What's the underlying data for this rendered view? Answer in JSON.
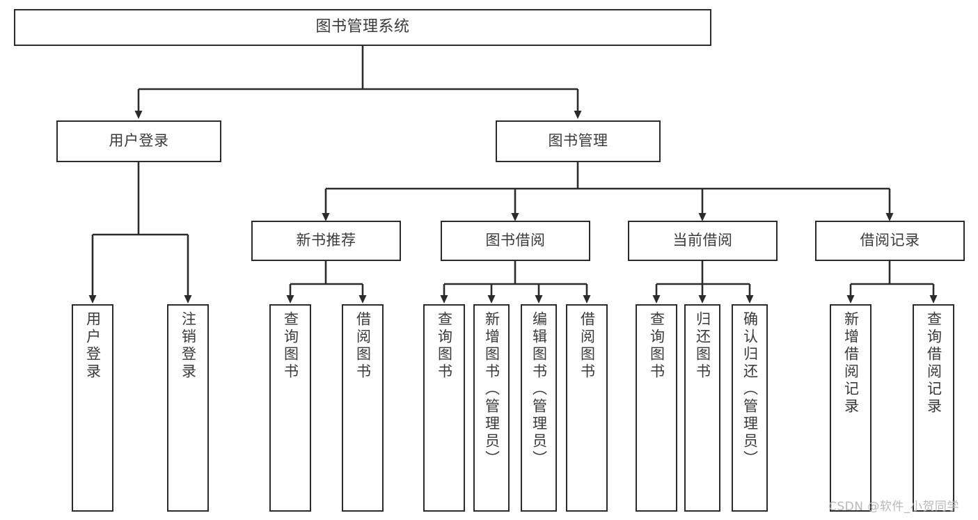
{
  "diagram": {
    "title": "图书管理系统",
    "type": "tree-hierarchy-functional-structure",
    "background_color": "#ffffff",
    "line_color": "#2b2b2b",
    "box_border_color": "#2b2b2b",
    "box_fill_color": "#ffffff",
    "text_color": "#3a3a3a"
  },
  "nodes": {
    "root": {
      "label": "图书管理系统",
      "level": 0
    },
    "level1": [
      {
        "id": "user-login",
        "label": "用户登录"
      },
      {
        "id": "book-manage",
        "label": "图书管理"
      }
    ],
    "level2": [
      {
        "id": "new-book-recommend",
        "label": "新书推荐",
        "parent": "book-manage"
      },
      {
        "id": "book-borrow",
        "label": "图书借阅",
        "parent": "book-manage"
      },
      {
        "id": "current-borrow",
        "label": "当前借阅",
        "parent": "book-manage"
      },
      {
        "id": "borrow-record",
        "label": "借阅记录",
        "parent": "book-manage"
      }
    ],
    "leaves": [
      {
        "id": "leaf-user-login",
        "label": "用户登录",
        "parent": "user-login"
      },
      {
        "id": "leaf-logout-login",
        "label": "注销登录",
        "parent": "user-login"
      },
      {
        "id": "leaf-query-book-1",
        "label": "查询图书",
        "parent": "new-book-recommend"
      },
      {
        "id": "leaf-borrow-book-1",
        "label": "借阅图书",
        "parent": "new-book-recommend"
      },
      {
        "id": "leaf-query-book-2",
        "label": "查询图书",
        "parent": "book-borrow"
      },
      {
        "id": "leaf-add-book",
        "label": "新增图书（管理员）",
        "parent": "book-borrow"
      },
      {
        "id": "leaf-edit-book",
        "label": "编辑图书（管理员）",
        "parent": "book-borrow"
      },
      {
        "id": "leaf-borrow-book-2",
        "label": "借阅图书",
        "parent": "book-borrow"
      },
      {
        "id": "leaf-query-book-3",
        "label": "查询图书",
        "parent": "current-borrow"
      },
      {
        "id": "leaf-return-book",
        "label": "归还图书",
        "parent": "current-borrow"
      },
      {
        "id": "leaf-confirm-return",
        "label": "确认归还（管理员）",
        "parent": "current-borrow"
      },
      {
        "id": "leaf-add-record",
        "label": "新增借阅记录",
        "parent": "borrow-record"
      },
      {
        "id": "leaf-query-record",
        "label": "查询借阅记录",
        "parent": "borrow-record"
      }
    ]
  },
  "watermark": {
    "text": "CSDN @软件_小贺同学"
  }
}
